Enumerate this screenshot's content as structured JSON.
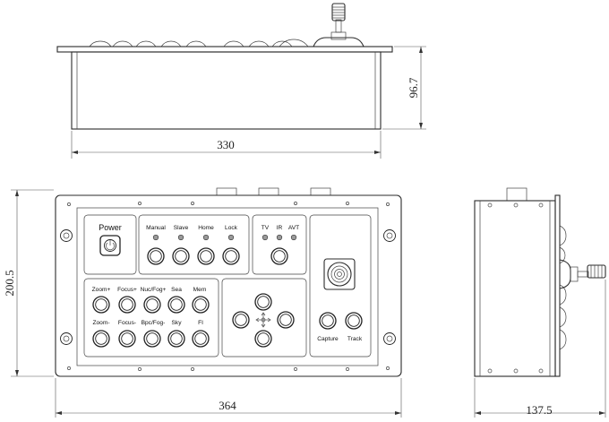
{
  "dimensions": {
    "top_width": "330",
    "top_height": "96.7",
    "front_width": "364",
    "front_height": "200.5",
    "side_width": "137.5"
  },
  "panel": {
    "power_label": "Power",
    "mode_labels": [
      "Manual",
      "Slave",
      "Home",
      "Lock"
    ],
    "sensor_labels": [
      "TV",
      "IR",
      "AVT"
    ],
    "upper_row_labels": [
      "Zoom+",
      "Focus+",
      "Nuc/Fog+",
      "Sea",
      "Mem"
    ],
    "lower_row_labels": [
      "Zoom-",
      "Focus-",
      "Bpc/Fog-",
      "Sky",
      "FI"
    ],
    "capture_label": "Capture",
    "track_label": "Track"
  }
}
